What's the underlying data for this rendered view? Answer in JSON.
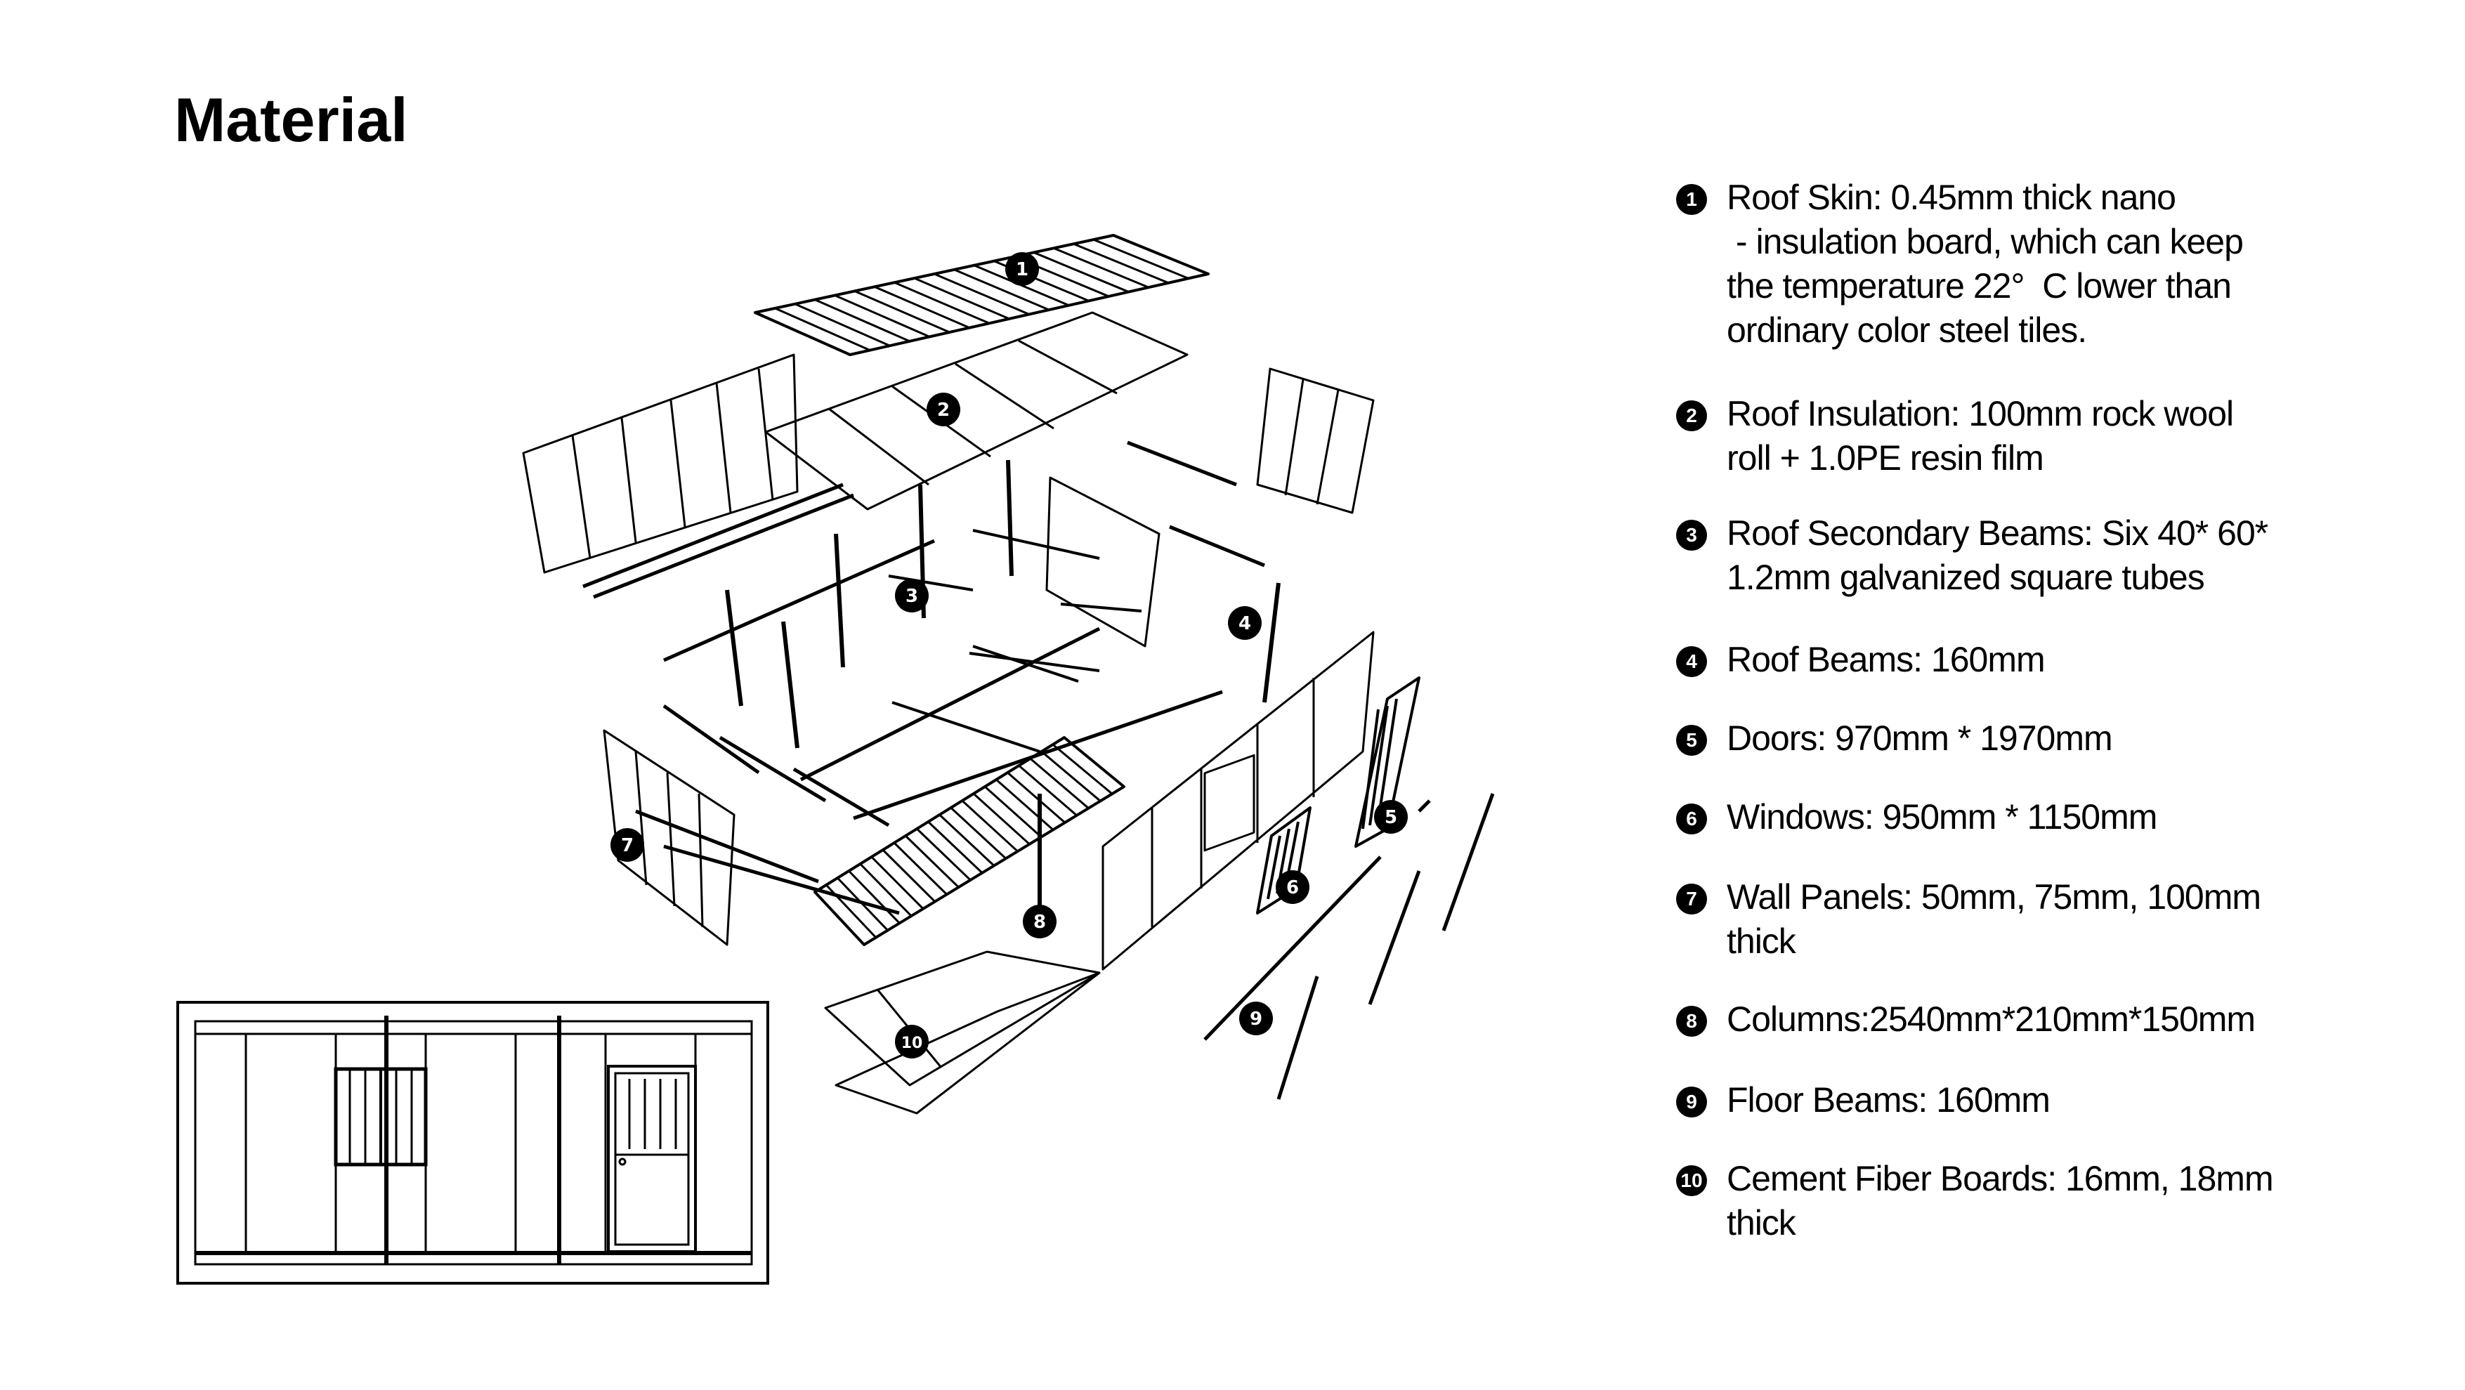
{
  "title": "Material",
  "legend": [
    {
      "num": "1",
      "text": "Roof Skin: 0.45mm thick nano\n - insulation board, which can keep\nthe temperature 22°  C lower than\nordinary color steel tiles."
    },
    {
      "num": "2",
      "text": "Roof Insulation: 100mm rock wool\nroll + 1.0PE resin film"
    },
    {
      "num": "3",
      "text": "Roof Secondary Beams: Six 40* 60*\n1.2mm galvanized square tubes"
    },
    {
      "num": "4",
      "text": "Roof Beams: 160mm"
    },
    {
      "num": "5",
      "text": "Doors: 970mm * 1970mm"
    },
    {
      "num": "6",
      "text": "Windows: 950mm * 1150mm"
    },
    {
      "num": "7",
      "text": "Wall Panels: 50mm, 75mm, 100mm\nthick"
    },
    {
      "num": "8",
      "text": "Columns:2540mm*210mm*150mm"
    },
    {
      "num": "9",
      "text": "Floor Beams: 160mm"
    },
    {
      "num": "10",
      "text": "Cement Fiber Boards: 16mm, 18mm\nthick"
    }
  ],
  "markers": [
    "1",
    "2",
    "3",
    "4",
    "5",
    "6",
    "7",
    "8",
    "9",
    "10"
  ]
}
